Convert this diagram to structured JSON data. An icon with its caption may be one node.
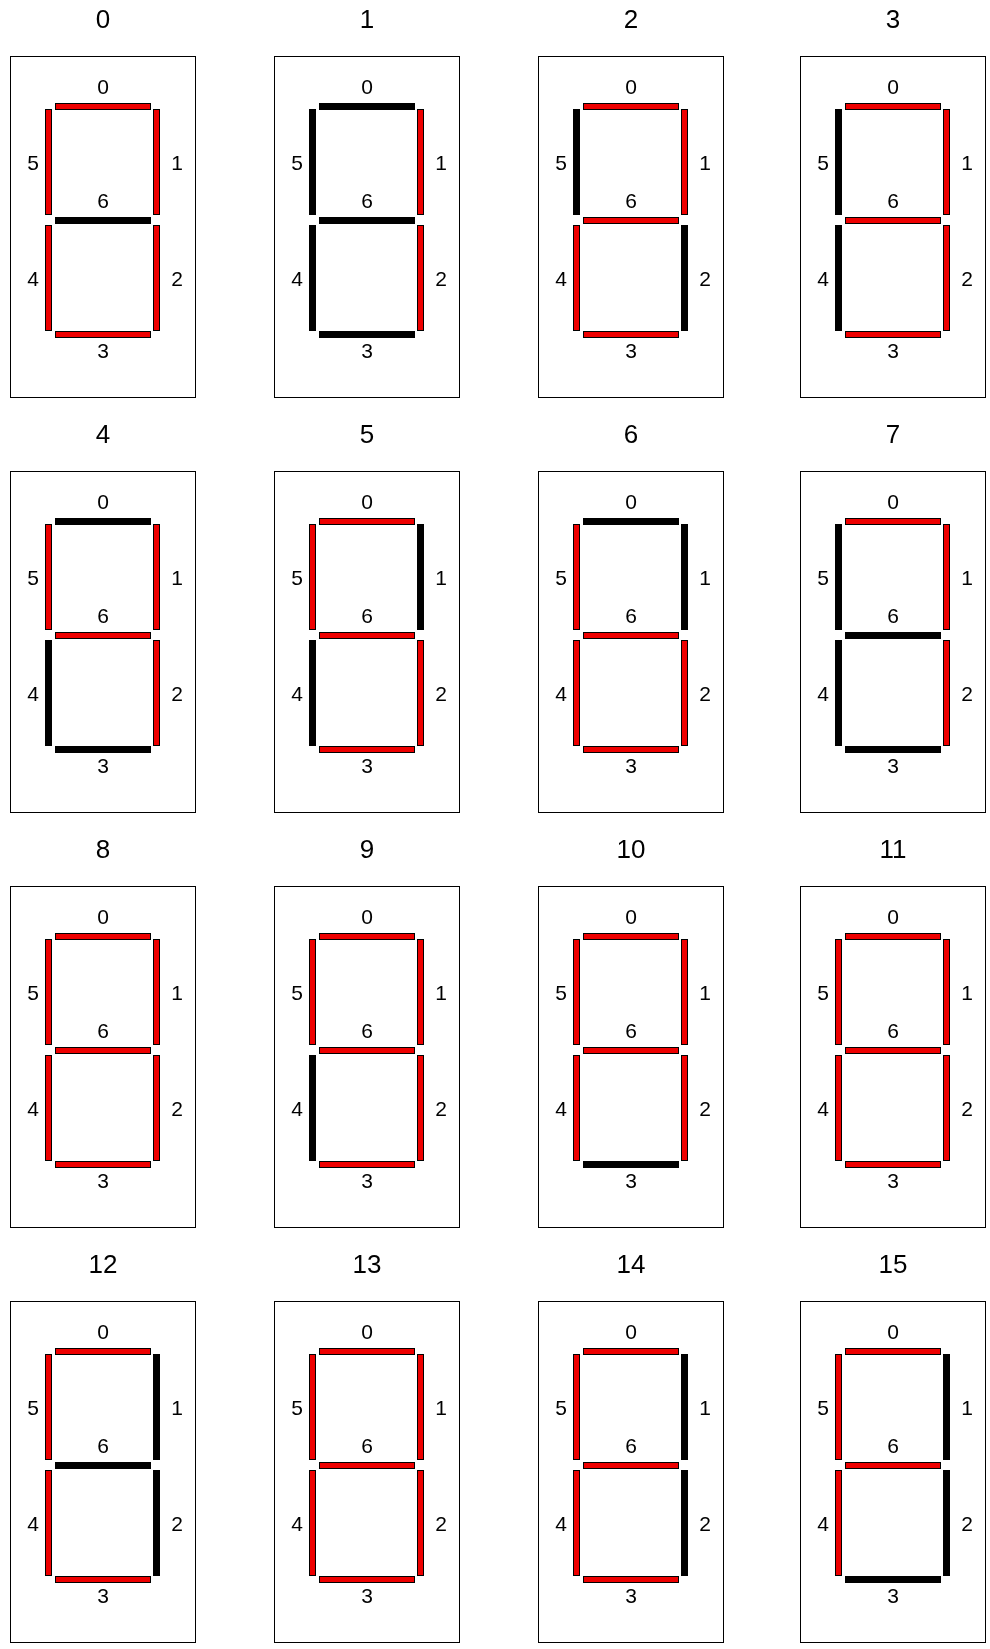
{
  "diagram": {
    "nodes": [
      {
        "text": [
          "0"
        ]
      },
      {
        "text": [],
        "shape": "bar",
        "in": 0,
        "beside": [
          "0"
        ]
      },
      {
        "text": [],
        "shape": "bar",
        "in": 0,
        "beside": [
          "1"
        ]
      },
      {
        "text": [],
        "shape": "bar",
        "in": 0,
        "beside": [
          "2"
        ]
      },
      {
        "text": [],
        "shape": "bar",
        "in": 0,
        "beside": [
          "3"
        ]
      },
      {
        "text": [],
        "shape": "bar",
        "in": 0,
        "beside": [
          "4"
        ]
      },
      {
        "text": [],
        "shape": "bar",
        "in": 0,
        "beside": [
          "5"
        ]
      },
      {
        "text": [],
        "shape": "bar",
        "in": 0,
        "beside": [
          "6"
        ]
      },
      {
        "text": [
          "1"
        ]
      },
      {
        "text": [],
        "shape": "bar",
        "in": 8,
        "beside": [
          "0"
        ]
      },
      {
        "text": [],
        "shape": "bar",
        "in": 8,
        "beside": [
          "1"
        ]
      },
      {
        "text": [],
        "shape": "bar",
        "in": 8,
        "beside": [
          "2"
        ]
      },
      {
        "text": [],
        "shape": "bar",
        "in": 8,
        "beside": [
          "3"
        ]
      },
      {
        "text": [],
        "shape": "bar",
        "in": 8,
        "beside": [
          "4"
        ]
      },
      {
        "text": [],
        "shape": "bar",
        "in": 8,
        "beside": [
          "5"
        ]
      },
      {
        "text": [],
        "shape": "bar",
        "in": 8,
        "beside": [
          "6"
        ]
      },
      {
        "text": [
          "2"
        ]
      },
      {
        "text": [],
        "shape": "bar",
        "in": 16,
        "beside": [
          "0"
        ]
      },
      {
        "text": [],
        "shape": "bar",
        "in": 16,
        "beside": [
          "1"
        ]
      },
      {
        "text": [],
        "shape": "bar",
        "in": 16,
        "beside": [
          "2"
        ]
      },
      {
        "text": [],
        "shape": "bar",
        "in": 16,
        "beside": [
          "3"
        ]
      },
      {
        "text": [],
        "shape": "bar",
        "in": 16,
        "beside": [
          "4"
        ]
      },
      {
        "text": [],
        "shape": "bar",
        "in": 16,
        "beside": [
          "5"
        ]
      },
      {
        "text": [],
        "shape": "bar",
        "in": 16,
        "beside": [
          "6"
        ]
      },
      {
        "text": [
          "3"
        ]
      },
      {
        "text": [],
        "shape": "bar",
        "in": 24,
        "beside": [
          "0"
        ]
      },
      {
        "text": [],
        "shape": "bar",
        "in": 24,
        "beside": [
          "1"
        ]
      },
      {
        "text": [],
        "shape": "bar",
        "in": 24,
        "beside": [
          "2"
        ]
      },
      {
        "text": [],
        "shape": "bar",
        "in": 24,
        "beside": [
          "3"
        ]
      },
      {
        "text": [],
        "shape": "bar",
        "in": 24,
        "beside": [
          "4"
        ]
      },
      {
        "text": [],
        "shape": "bar",
        "in": 24,
        "beside": [
          "5"
        ]
      },
      {
        "text": [],
        "shape": "bar",
        "in": 24,
        "beside": [
          "6"
        ]
      },
      {
        "text": [
          "4"
        ]
      },
      {
        "text": [],
        "shape": "bar",
        "in": 32,
        "beside": [
          "0"
        ]
      },
      {
        "text": [],
        "shape": "bar",
        "in": 32,
        "beside": [
          "1"
        ]
      },
      {
        "text": [],
        "shape": "bar",
        "in": 32,
        "beside": [
          "2"
        ]
      },
      {
        "text": [],
        "shape": "bar",
        "in": 32,
        "beside": [
          "3"
        ]
      },
      {
        "text": [],
        "shape": "bar",
        "in": 32,
        "beside": [
          "4"
        ]
      },
      {
        "text": [],
        "shape": "bar",
        "in": 32,
        "beside": [
          "5"
        ]
      },
      {
        "text": [],
        "shape": "bar",
        "in": 32,
        "beside": [
          "6"
        ]
      },
      {
        "text": [
          "5"
        ]
      },
      {
        "text": [],
        "shape": "bar",
        "in": 40,
        "beside": [
          "0"
        ]
      },
      {
        "text": [],
        "shape": "bar",
        "in": 40,
        "beside": [
          "1"
        ]
      },
      {
        "text": [],
        "shape": "bar",
        "in": 40,
        "beside": [
          "2"
        ]
      },
      {
        "text": [],
        "shape": "bar",
        "in": 40,
        "beside": [
          "3"
        ]
      },
      {
        "text": [],
        "shape": "bar",
        "in": 40,
        "beside": [
          "4"
        ]
      },
      {
        "text": [],
        "shape": "bar",
        "in": 40,
        "beside": [
          "5"
        ]
      },
      {
        "text": [],
        "shape": "bar",
        "in": 40,
        "beside": [
          "6"
        ]
      },
      {
        "text": [
          "6"
        ]
      },
      {
        "text": [],
        "shape": "bar",
        "in": 48,
        "beside": [
          "0"
        ]
      },
      {
        "text": [],
        "shape": "bar",
        "in": 48,
        "beside": [
          "1"
        ]
      },
      {
        "text": [],
        "shape": "bar",
        "in": 48,
        "beside": [
          "2"
        ]
      },
      {
        "text": [],
        "shape": "bar",
        "in": 48,
        "beside": [
          "3"
        ]
      },
      {
        "text": [],
        "shape": "bar",
        "in": 48,
        "beside": [
          "4"
        ]
      },
      {
        "text": [],
        "shape": "bar",
        "in": 48,
        "beside": [
          "5"
        ]
      },
      {
        "text": [],
        "shape": "bar",
        "in": 48,
        "beside": [
          "6"
        ]
      },
      {
        "text": [
          "7"
        ]
      },
      {
        "text": [],
        "shape": "bar",
        "in": 56,
        "beside": [
          "0"
        ]
      },
      {
        "text": [],
        "shape": "bar",
        "in": 56,
        "beside": [
          "1"
        ]
      },
      {
        "text": [],
        "shape": "bar",
        "in": 56,
        "beside": [
          "2"
        ]
      },
      {
        "text": [],
        "shape": "bar",
        "in": 56,
        "beside": [
          "3"
        ]
      },
      {
        "text": [],
        "shape": "bar",
        "in": 56,
        "beside": [
          "4"
        ]
      },
      {
        "text": [],
        "shape": "bar",
        "in": 56,
        "beside": [
          "5"
        ]
      },
      {
        "text": [],
        "shape": "bar",
        "in": 56,
        "beside": [
          "6"
        ]
      },
      {
        "text": [
          "8"
        ]
      },
      {
        "text": [],
        "shape": "bar",
        "in": 64,
        "beside": [
          "0"
        ]
      },
      {
        "text": [],
        "shape": "bar",
        "in": 64,
        "beside": [
          "1"
        ]
      },
      {
        "text": [],
        "shape": "bar",
        "in": 64,
        "beside": [
          "2"
        ]
      },
      {
        "text": [],
        "shape": "bar",
        "in": 64,
        "beside": [
          "3"
        ]
      },
      {
        "text": [],
        "shape": "bar",
        "in": 64,
        "beside": [
          "4"
        ]
      },
      {
        "text": [],
        "shape": "bar",
        "in": 64,
        "beside": [
          "5"
        ]
      },
      {
        "text": [],
        "shape": "bar",
        "in": 64,
        "beside": [
          "6"
        ]
      },
      {
        "text": [
          "9"
        ]
      },
      {
        "text": [],
        "shape": "bar",
        "in": 72,
        "beside": [
          "0"
        ]
      },
      {
        "text": [],
        "shape": "bar",
        "in": 72,
        "beside": [
          "1"
        ]
      },
      {
        "text": [],
        "shape": "bar",
        "in": 72,
        "beside": [
          "2"
        ]
      },
      {
        "text": [],
        "shape": "bar",
        "in": 72,
        "beside": [
          "3"
        ]
      },
      {
        "text": [],
        "shape": "bar",
        "in": 72,
        "beside": [
          "4"
        ]
      },
      {
        "text": [],
        "shape": "bar",
        "in": 72,
        "beside": [
          "5"
        ]
      },
      {
        "text": [],
        "shape": "bar",
        "in": 72,
        "beside": [
          "6"
        ]
      },
      {
        "text": [
          "10"
        ]
      },
      {
        "text": [],
        "shape": "bar",
        "in": 80,
        "beside": [
          "0"
        ]
      },
      {
        "text": [],
        "shape": "bar",
        "in": 80,
        "beside": [
          "1"
        ]
      },
      {
        "text": [],
        "shape": "bar",
        "in": 80,
        "beside": [
          "2"
        ]
      },
      {
        "text": [],
        "shape": "bar",
        "in": 80,
        "beside": [
          "3"
        ]
      },
      {
        "text": [],
        "shape": "bar",
        "in": 80,
        "beside": [
          "4"
        ]
      },
      {
        "text": [],
        "shape": "bar",
        "in": 80,
        "beside": [
          "5"
        ]
      },
      {
        "text": [],
        "shape": "bar",
        "in": 80,
        "beside": [
          "6"
        ]
      },
      {
        "text": [
          "11"
        ]
      },
      {
        "text": [],
        "shape": "bar",
        "in": 88,
        "beside": [
          "0"
        ]
      },
      {
        "text": [],
        "shape": "bar",
        "in": 88,
        "beside": [
          "1"
        ]
      },
      {
        "text": [],
        "shape": "bar",
        "in": 88,
        "beside": [
          "2"
        ]
      },
      {
        "text": [],
        "shape": "bar",
        "in": 88,
        "beside": [
          "3"
        ]
      },
      {
        "text": [],
        "shape": "bar",
        "in": 88,
        "beside": [
          "4"
        ]
      },
      {
        "text": [],
        "shape": "bar",
        "in": 88,
        "beside": [
          "5"
        ]
      },
      {
        "text": [],
        "shape": "bar",
        "in": 88,
        "beside": [
          "6"
        ]
      },
      {
        "text": [
          "12"
        ]
      },
      {
        "text": [],
        "shape": "bar",
        "in": 96,
        "beside": [
          "0"
        ]
      },
      {
        "text": [],
        "shape": "bar",
        "in": 96,
        "beside": [
          "1"
        ]
      },
      {
        "text": [],
        "shape": "bar",
        "in": 96,
        "beside": [
          "2"
        ]
      },
      {
        "text": [],
        "shape": "bar",
        "in": 96,
        "beside": [
          "3"
        ]
      },
      {
        "text": [],
        "shape": "bar",
        "in": 96,
        "beside": [
          "4"
        ]
      },
      {
        "text": [],
        "shape": "bar",
        "in": 96,
        "beside": [
          "5"
        ]
      },
      {
        "text": [],
        "shape": "bar",
        "in": 96,
        "beside": [
          "6"
        ]
      },
      {
        "text": [
          "13"
        ]
      },
      {
        "text": [],
        "shape": "bar",
        "in": 104,
        "beside": [
          "0"
        ]
      },
      {
        "text": [],
        "shape": "bar",
        "in": 104,
        "beside": [
          "1"
        ]
      },
      {
        "text": [],
        "shape": "bar",
        "in": 104,
        "beside": [
          "2"
        ]
      },
      {
        "text": [],
        "shape": "bar",
        "in": 104,
        "beside": [
          "3"
        ]
      },
      {
        "text": [],
        "shape": "bar",
        "in": 104,
        "beside": [
          "4"
        ]
      },
      {
        "text": [],
        "shape": "bar",
        "in": 104,
        "beside": [
          "5"
        ]
      },
      {
        "text": [],
        "shape": "bar",
        "in": 104,
        "beside": [
          "6"
        ]
      },
      {
        "text": [
          "14"
        ]
      },
      {
        "text": [],
        "shape": "bar",
        "in": 112,
        "beside": [
          "0"
        ]
      },
      {
        "text": [],
        "shape": "bar",
        "in": 112,
        "beside": [
          "1"
        ]
      },
      {
        "text": [],
        "shape": "bar",
        "in": 112,
        "beside": [
          "2"
        ]
      },
      {
        "text": [],
        "shape": "bar",
        "in": 112,
        "beside": [
          "3"
        ]
      },
      {
        "text": [],
        "shape": "bar",
        "in": 112,
        "beside": [
          "4"
        ]
      },
      {
        "text": [],
        "shape": "bar",
        "in": 112,
        "beside": [
          "5"
        ]
      },
      {
        "text": [],
        "shape": "bar",
        "in": 112,
        "beside": [
          "6"
        ]
      },
      {
        "text": [
          "15"
        ]
      },
      {
        "text": [],
        "shape": "bar",
        "in": 120,
        "beside": [
          "0"
        ]
      },
      {
        "text": [],
        "shape": "bar",
        "in": 120,
        "beside": [
          "1"
        ]
      },
      {
        "text": [],
        "shape": "bar",
        "in": 120,
        "beside": [
          "2"
        ]
      },
      {
        "text": [],
        "shape": "bar",
        "in": 120,
        "beside": [
          "3"
        ]
      },
      {
        "text": [],
        "shape": "bar",
        "in": 120,
        "beside": [
          "4"
        ]
      },
      {
        "text": [],
        "shape": "bar",
        "in": 120,
        "beside": [
          "5"
        ]
      },
      {
        "text": [],
        "shape": "bar",
        "in": 120,
        "beside": [
          "6"
        ]
      }
    ]
  }
}
